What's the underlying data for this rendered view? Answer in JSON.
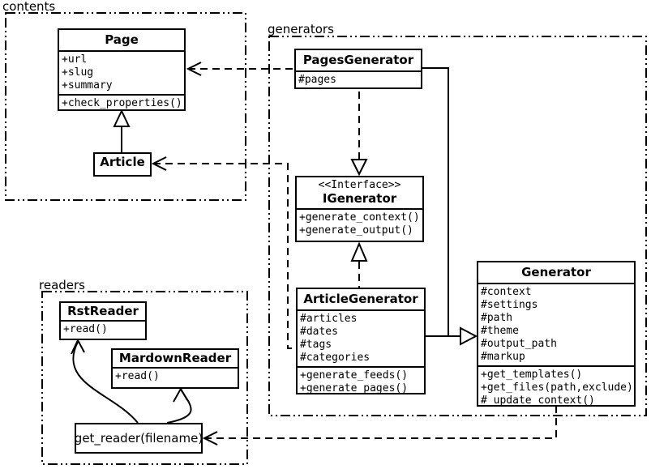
{
  "colors": {
    "stroke": "#000000",
    "background": "#ffffff"
  },
  "packages": {
    "contents": {
      "label": "contents"
    },
    "generators": {
      "label": "generators"
    },
    "readers": {
      "label": "readers"
    }
  },
  "classes": {
    "page": {
      "title": "Page",
      "attributes": [
        "+url",
        "+slug",
        "+summary"
      ],
      "methods": [
        "+check_properties()"
      ]
    },
    "article": {
      "title": "Article"
    },
    "pages_generator": {
      "title": "PagesGenerator",
      "attributes": [
        "#pages"
      ]
    },
    "igenerator": {
      "stereotype": "<<Interface>>",
      "title": "IGenerator",
      "methods": [
        "+generate_context()",
        "+generate_output()"
      ]
    },
    "article_generator": {
      "title": "ArticleGenerator",
      "attributes": [
        "#articles",
        "#dates",
        "#tags",
        "#categories"
      ],
      "methods": [
        "+generate_feeds()",
        "+generate_pages()"
      ]
    },
    "generator": {
      "title": "Generator",
      "attributes": [
        "#context",
        "#settings",
        "#path",
        "#theme",
        "#output_path",
        "#markup"
      ],
      "methods": [
        "+get_templates()",
        "+get_files(path,exclude)",
        "#_update_context()"
      ]
    },
    "rst_reader": {
      "title": "RstReader",
      "methods": [
        "+read()"
      ]
    },
    "mardown_reader": {
      "title": "MardownReader",
      "methods": [
        "+read()"
      ]
    },
    "get_reader": {
      "label": "get_reader(filename)"
    }
  },
  "relationships": [
    {
      "from": "Article",
      "to": "Page",
      "type": "generalization"
    },
    {
      "from": "PagesGenerator",
      "to": "IGenerator",
      "type": "realization"
    },
    {
      "from": "ArticleGenerator",
      "to": "IGenerator",
      "type": "realization"
    },
    {
      "from": "PagesGenerator",
      "to": "Generator",
      "type": "generalization"
    },
    {
      "from": "ArticleGenerator",
      "to": "Generator",
      "type": "generalization"
    },
    {
      "from": "PagesGenerator",
      "to": "Page",
      "type": "dependency"
    },
    {
      "from": "ArticleGenerator",
      "to": "Article",
      "type": "dependency"
    },
    {
      "from": "Generator",
      "to": "get_reader(filename)",
      "type": "dependency"
    },
    {
      "from": "get_reader(filename)",
      "to": "RstReader",
      "type": "arrow"
    },
    {
      "from": "get_reader(filename)",
      "to": "MardownReader",
      "type": "arrow"
    }
  ]
}
